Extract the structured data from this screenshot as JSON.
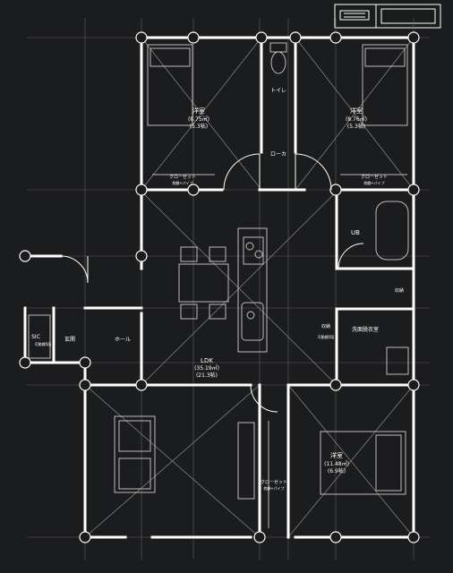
{
  "rooms": {
    "bedroom_nw": {
      "name": "洋室",
      "area": "(8.75㎡)",
      "tatami": "(5.3帖)"
    },
    "toilet": {
      "name": "トイレ"
    },
    "bedroom_ne": {
      "name": "洋室",
      "area": "(8.76㎡)",
      "tatami": "(5.3帖)"
    },
    "hallway": {
      "name": "ローカ"
    },
    "closet_w": {
      "name": "クローゼット",
      "note": "枕棚+パイプ"
    },
    "closet_e": {
      "name": "クローゼット",
      "note": "枕棚+パイプ"
    },
    "bath": {
      "name": "UB"
    },
    "storage_1": {
      "name": "収納"
    },
    "storage_2": {
      "name": "収納",
      "note": "可動棚5段"
    },
    "shoe": {
      "name": "SIC",
      "note": "可動棚5段"
    },
    "entrance": {
      "name": "玄関"
    },
    "hall": {
      "name": "ホール"
    },
    "washroom": {
      "name": "洗面脱衣室"
    },
    "ldk": {
      "name": "LDK",
      "area": "(35.19㎡)",
      "tatami": "(21.3帖)"
    },
    "bedroom_se": {
      "name": "洋室",
      "area": "(11.48㎡)",
      "tatami": "(6.9帖)"
    },
    "closet_s": {
      "name": "クローゼット",
      "note": "枕棚+パイプ"
    }
  },
  "colors": {
    "background": "#1b1c1e",
    "wall": "#ffffff",
    "grid": "#6a6a6a",
    "fixture": "#bdbdbd"
  }
}
